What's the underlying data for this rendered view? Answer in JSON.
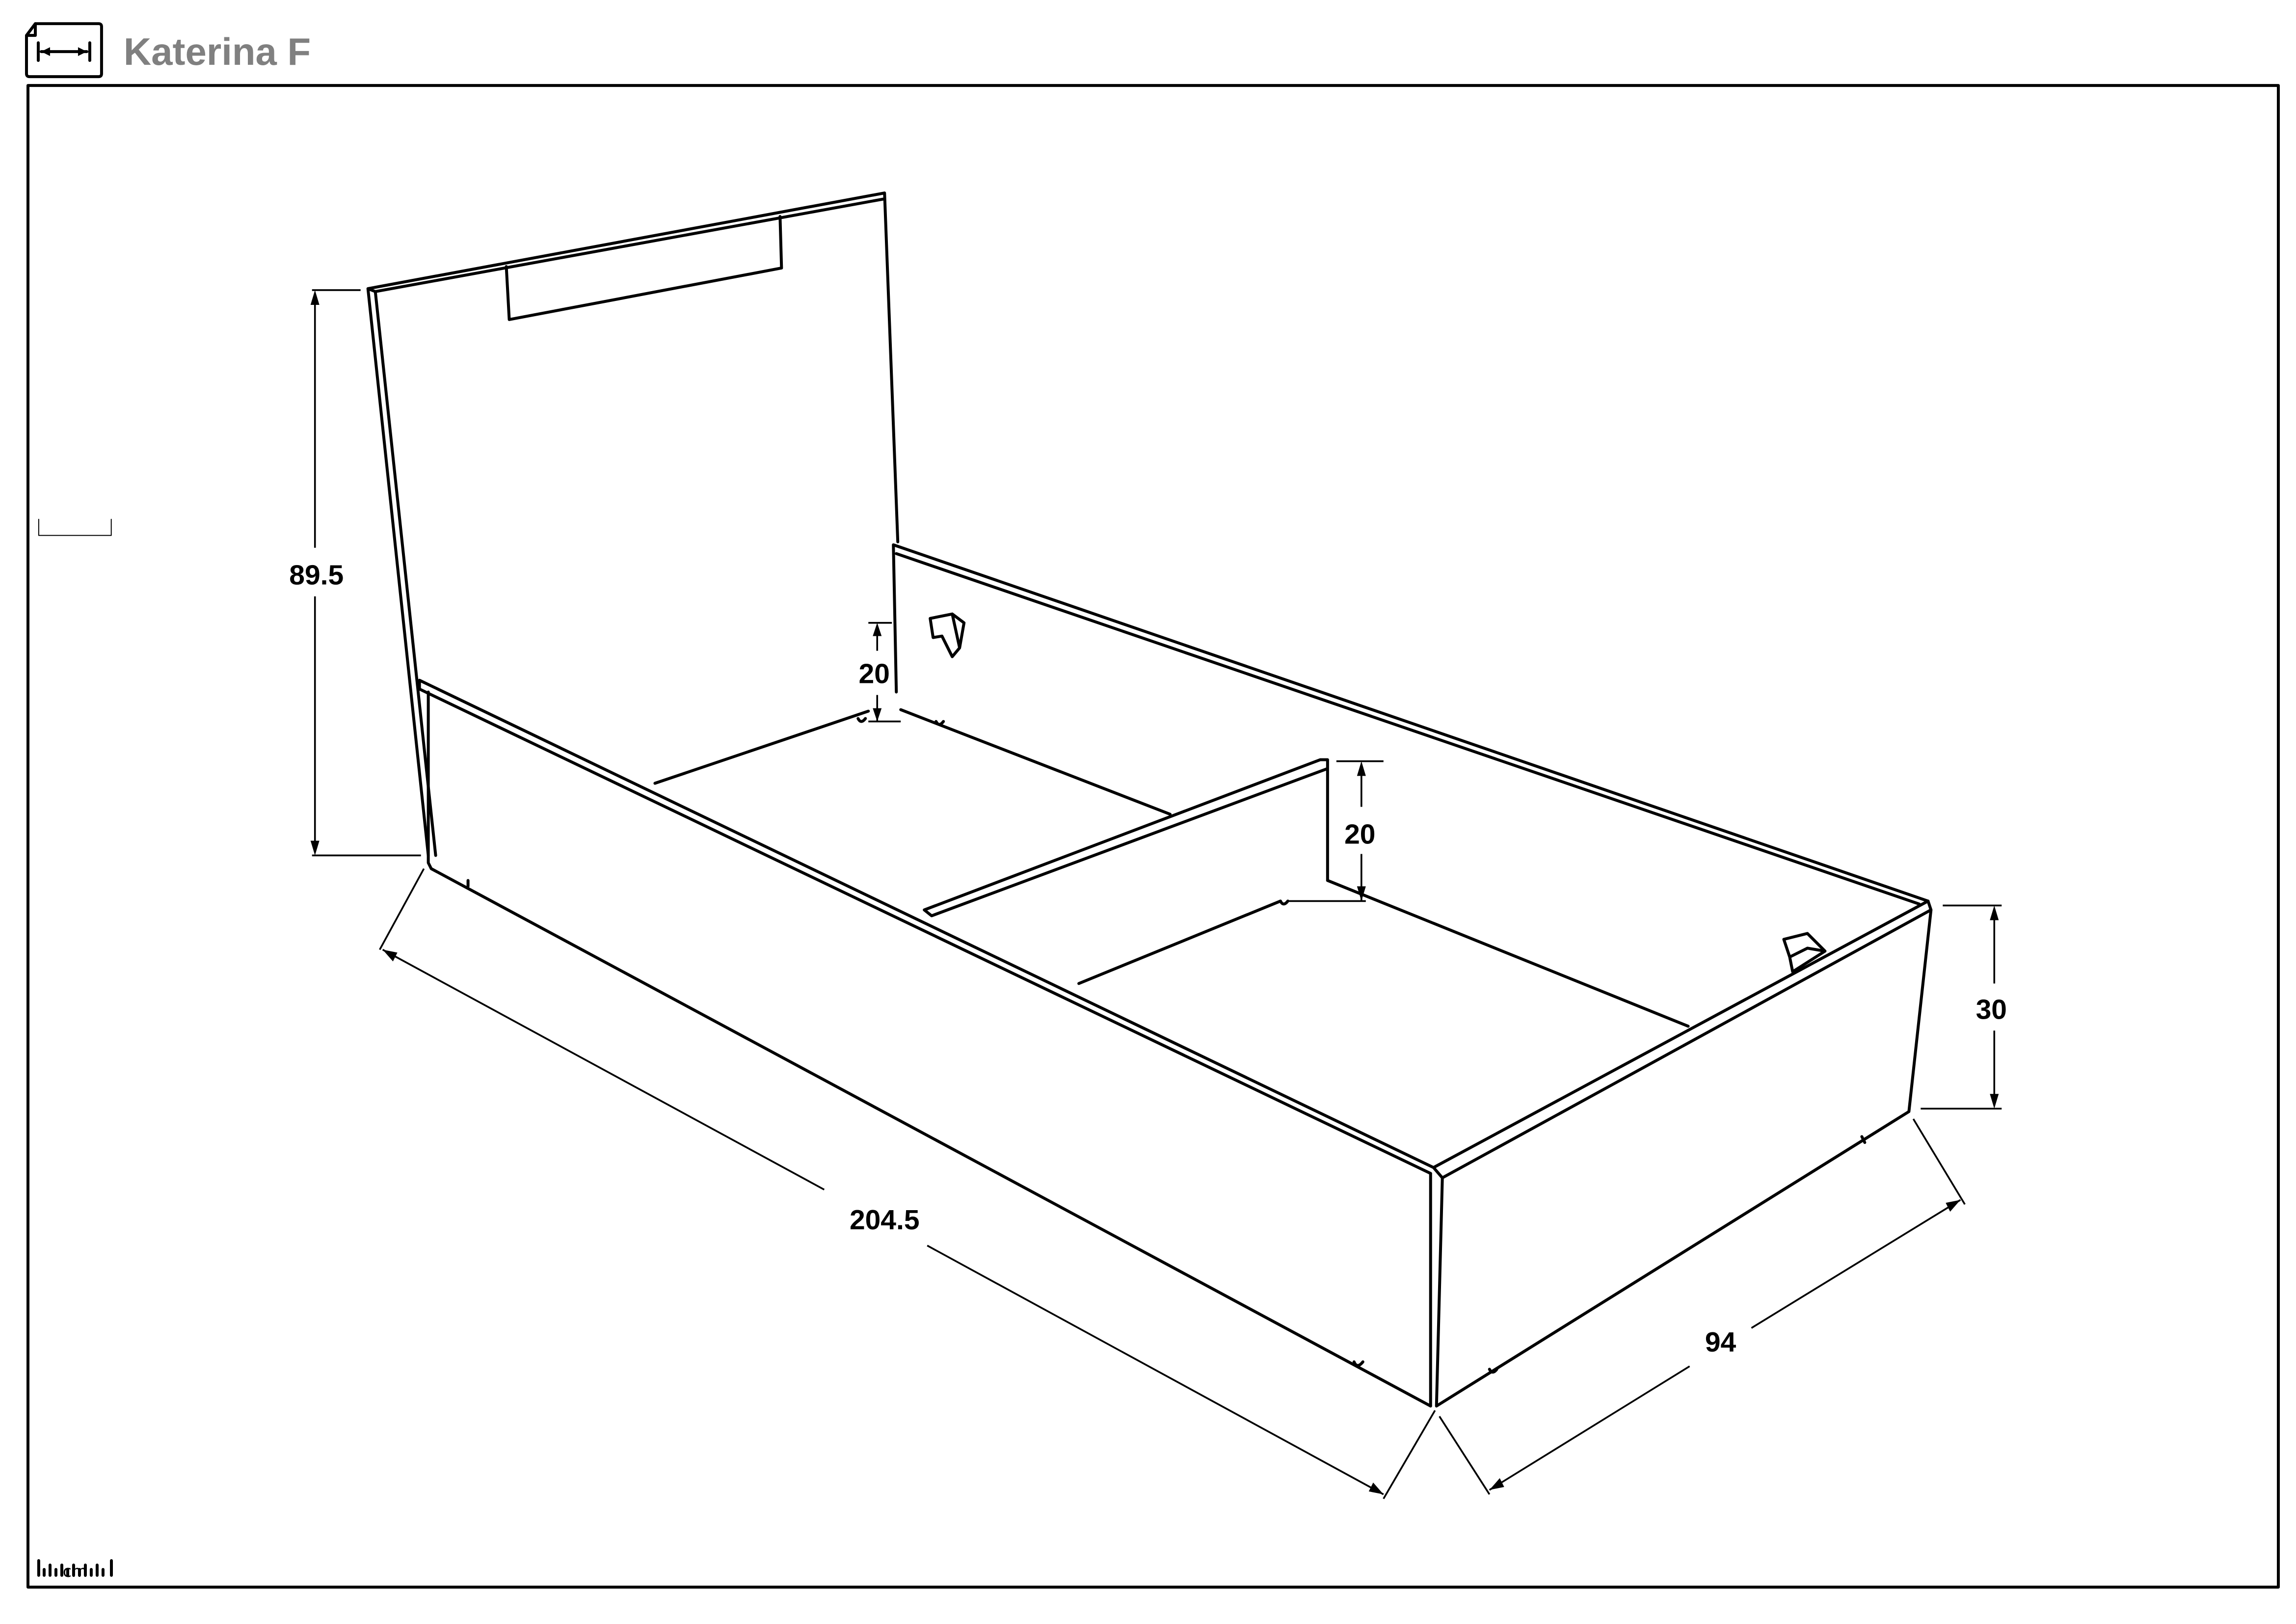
{
  "header": {
    "title": "Katerina F",
    "icon": "dimension-sheet-icon"
  },
  "dimensions": {
    "headboard_height": "89.5",
    "inner_depth_back": "20",
    "inner_depth_middle": "20",
    "side_height": "30",
    "length": "204.5",
    "width": "94"
  },
  "scale": {
    "unit": "cm",
    "icon": "ruler-icon"
  }
}
